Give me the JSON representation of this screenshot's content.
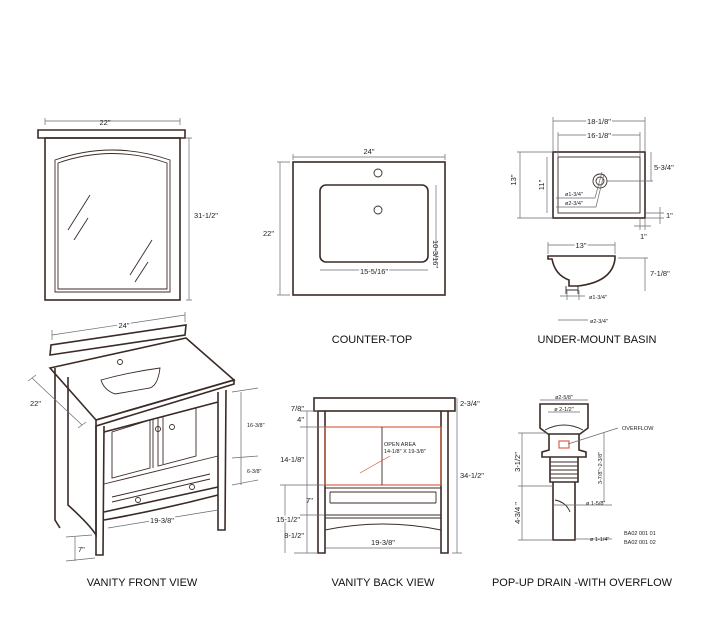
{
  "mirror": {
    "width": "22\"",
    "height": "31-1/2\""
  },
  "counter_top": {
    "title": "COUNTER-TOP",
    "width": "24\"",
    "depth": "22\"",
    "sink_depth": "10-3/16\"",
    "sink_width": "15-5/16\""
  },
  "basin": {
    "title": "UNDER-MOUNT BASIN",
    "outer_width": "18-1/8\"",
    "inner_width": "16-1/8\"",
    "outer_depth": "13\"",
    "inner_depth": "11\"",
    "drain_offset": "5-3/4\"",
    "rim_side": "1\"",
    "rim_bottom": "1\"",
    "drain_small": "ø1-3/4\"",
    "drain_large": "ø2-3/4\"",
    "side_width": "13\"",
    "side_height": "7-1/8\"",
    "side_drain_small": "ø1-3/4\"",
    "side_drain_large": "ø2-3/4\""
  },
  "front_view": {
    "title": "VANITY FRONT VIEW",
    "width": "24\"",
    "depth": "22\"",
    "door_height": "16-3/8\"",
    "drawer_height": "6-3/8\"",
    "inner_width": "19-3/8\"",
    "leg_height": "7\""
  },
  "back_view": {
    "title": "VANITY BACK VIEW",
    "top_thickness": "7/8\"",
    "top_rail": "4\"",
    "open_height": "14-1/8\"",
    "shelf_gap": "7\"",
    "lower_height": "15-1/2\"",
    "leg_height": "8-1/2\"",
    "inner_width": "19-3/8\"",
    "backsplash": "2-3/4\"",
    "total_height": "34-1/2\"",
    "open_area_title": "OPEN AREA",
    "open_area_size": "14-1/8\" X 19-3/8\""
  },
  "drain": {
    "title": "POP-UP DRAIN -WITH OVERFLOW",
    "cap_outer": "ø2-5/8\"",
    "cap_inner": "ø 2-1/2\"",
    "overflow": "OVERFLOW",
    "upper_height": "3-1/2\"",
    "range": "3-7/8\"~2-3/8\"",
    "lower_height": "4-3/4 \"",
    "body_dia": "ø 1-5/8\"",
    "tail_dia": "ø 1-1/4\"",
    "model_1": "BA02 001 01",
    "model_2": "BA02 001 02"
  }
}
